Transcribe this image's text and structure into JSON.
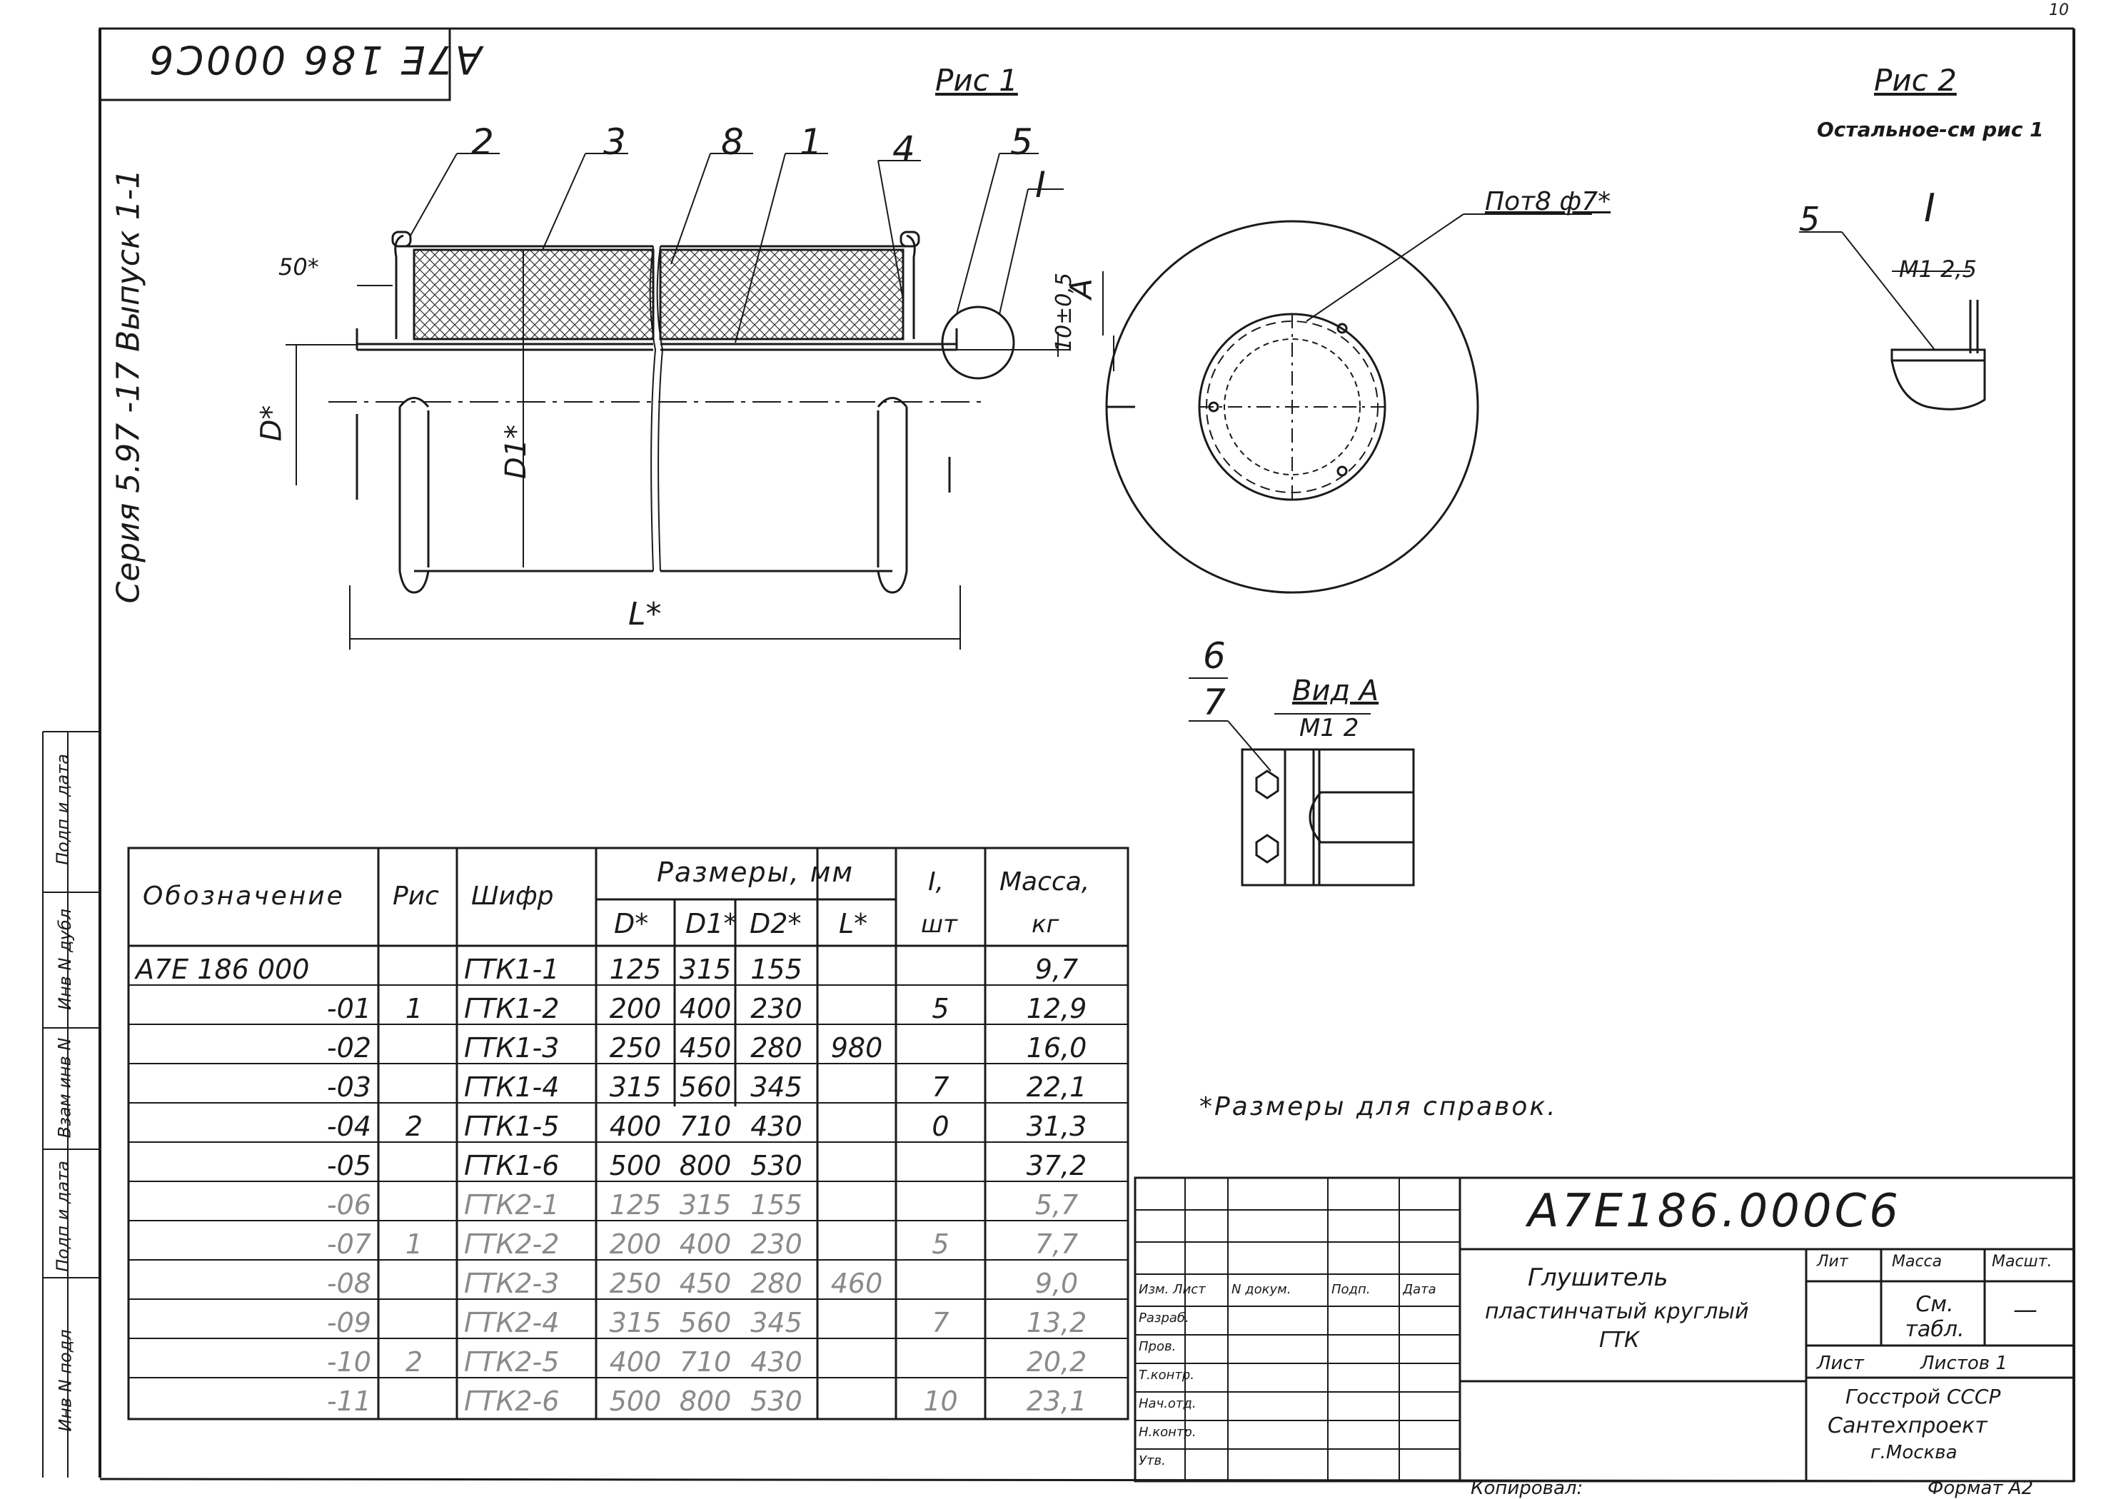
{
  "sheet": {
    "page_number": "10",
    "stamp_top": "A7E 186 000C6",
    "series_label": "Серия 5.97 -17 Выпуск 1-1",
    "left_strip": {
      "podp_data_1": "Подп и дата",
      "inv_podl": "Инв N дубл",
      "vzam_inv": "Взам инв N",
      "podp_data_2": "Подп и дата",
      "inv_podl_2": "Инв N подл"
    }
  },
  "fig1": {
    "title": "Рис 1",
    "callouts": [
      "2",
      "3",
      "8",
      "1",
      "4",
      "5",
      "I"
    ],
    "dim_50": "50*",
    "dim_D": "D*",
    "dim_D1": "D1*",
    "dim_L": "L*",
    "dim_10": "10±0,5",
    "view_A": "А",
    "holes_label": "Пот8 ф7*"
  },
  "fig2": {
    "title": "Рис 2",
    "subtitle": "Остальное-см рис 1",
    "callout": "5",
    "detail": "I",
    "scale": "М1 2,5"
  },
  "view_a": {
    "callout_6": "6",
    "callout_7": "7",
    "title": "Вид А",
    "scale": "М1 2"
  },
  "note": "*Размеры для справок.",
  "table": {
    "headers": {
      "designation": "Обозначение",
      "fig": "Рис",
      "code": "Шифр",
      "dims": "Размеры, мм",
      "D": "D*",
      "D1": "D1*",
      "D2": "D2*",
      "L": "L*",
      "I": "I,",
      "pcs": "шт",
      "mass": "Масса,",
      "kg": "кг"
    },
    "rows": [
      {
        "des": "А7Е 186 000",
        "fig": "",
        "code": "ГТК1-1",
        "D": "125",
        "D1": "315",
        "D2": "155",
        "L": "",
        "I": "",
        "mass": "9,7"
      },
      {
        "des": "-01",
        "fig": "1",
        "code": "ГТК1-2",
        "D": "200",
        "D1": "400",
        "D2": "230",
        "L": "",
        "I": "5",
        "mass": "12,9"
      },
      {
        "des": "-02",
        "fig": "",
        "code": "ГТК1-3",
        "D": "250",
        "D1": "450",
        "D2": "280",
        "L": "980",
        "I": "",
        "mass": "16,0"
      },
      {
        "des": "-03",
        "fig": "",
        "code": "ГТК1-4",
        "D": "315",
        "D1": "560",
        "D2": "345",
        "L": "",
        "I": "7",
        "mass": "22,1"
      },
      {
        "des": "-04",
        "fig": "2",
        "code": "ГТК1-5",
        "D": "400",
        "D1": "710",
        "D2": "430",
        "L": "",
        "I": "0",
        "mass": "31,3"
      },
      {
        "des": "-05",
        "fig": "",
        "code": "ГТК1-6",
        "D": "500",
        "D1": "800",
        "D2": "530",
        "L": "",
        "I": "",
        "mass": "37,2"
      },
      {
        "des": "-06",
        "fig": "",
        "code": "ГТК2-1",
        "D": "125",
        "D1": "315",
        "D2": "155",
        "L": "",
        "I": "",
        "mass": "5,7"
      },
      {
        "des": "-07",
        "fig": "1",
        "code": "ГТК2-2",
        "D": "200",
        "D1": "400",
        "D2": "230",
        "L": "",
        "I": "5",
        "mass": "7,7"
      },
      {
        "des": "-08",
        "fig": "",
        "code": "ГТК2-3",
        "D": "250",
        "D1": "450",
        "D2": "280",
        "L": "460",
        "I": "",
        "mass": "9,0"
      },
      {
        "des": "-09",
        "fig": "",
        "code": "ГТК2-4",
        "D": "315",
        "D1": "560",
        "D2": "345",
        "L": "",
        "I": "7",
        "mass": "13,2"
      },
      {
        "des": "-10",
        "fig": "2",
        "code": "ГТК2-5",
        "D": "400",
        "D1": "710",
        "D2": "430",
        "L": "",
        "I": "",
        "mass": "20,2"
      },
      {
        "des": "-11",
        "fig": "",
        "code": "ГТК2-6",
        "D": "500",
        "D1": "800",
        "D2": "530",
        "L": "",
        "I": "10",
        "mass": "23,1"
      }
    ]
  },
  "title_block": {
    "doc_number": "А7Е186.000С6",
    "name_line1": "Глушитель",
    "name_line2": "пластинчатый круглый",
    "name_line3": "ГТК",
    "lit": "Лит",
    "massa": "Масса",
    "masshtab": "Масшт.",
    "mass_value": "См. табл.",
    "scale_value": "—",
    "list": "Лист",
    "listov": "Листов 1",
    "org1": "Госстрой СССР",
    "org2": "Сантехпроект",
    "org3": "г.Москва",
    "signers": [
      {
        "role": "Изм. Лист",
        "name": "N докум.",
        "sign": "Подп.",
        "date": "Дата"
      },
      {
        "role": "Разраб.",
        "name": "",
        "sign": "",
        "date": ""
      },
      {
        "role": "Пров.",
        "name": "",
        "sign": "",
        "date": ""
      },
      {
        "role": "Т.контр.",
        "name": "",
        "sign": "",
        "date": ""
      },
      {
        "role": "Нач.отд.",
        "name": "",
        "sign": "",
        "date": ""
      },
      {
        "role": "Н.контр.",
        "name": "",
        "sign": "",
        "date": ""
      },
      {
        "role": "Утв.",
        "name": "",
        "sign": "",
        "date": ""
      }
    ],
    "copied": "Копировал:",
    "format": "Формат А2"
  }
}
